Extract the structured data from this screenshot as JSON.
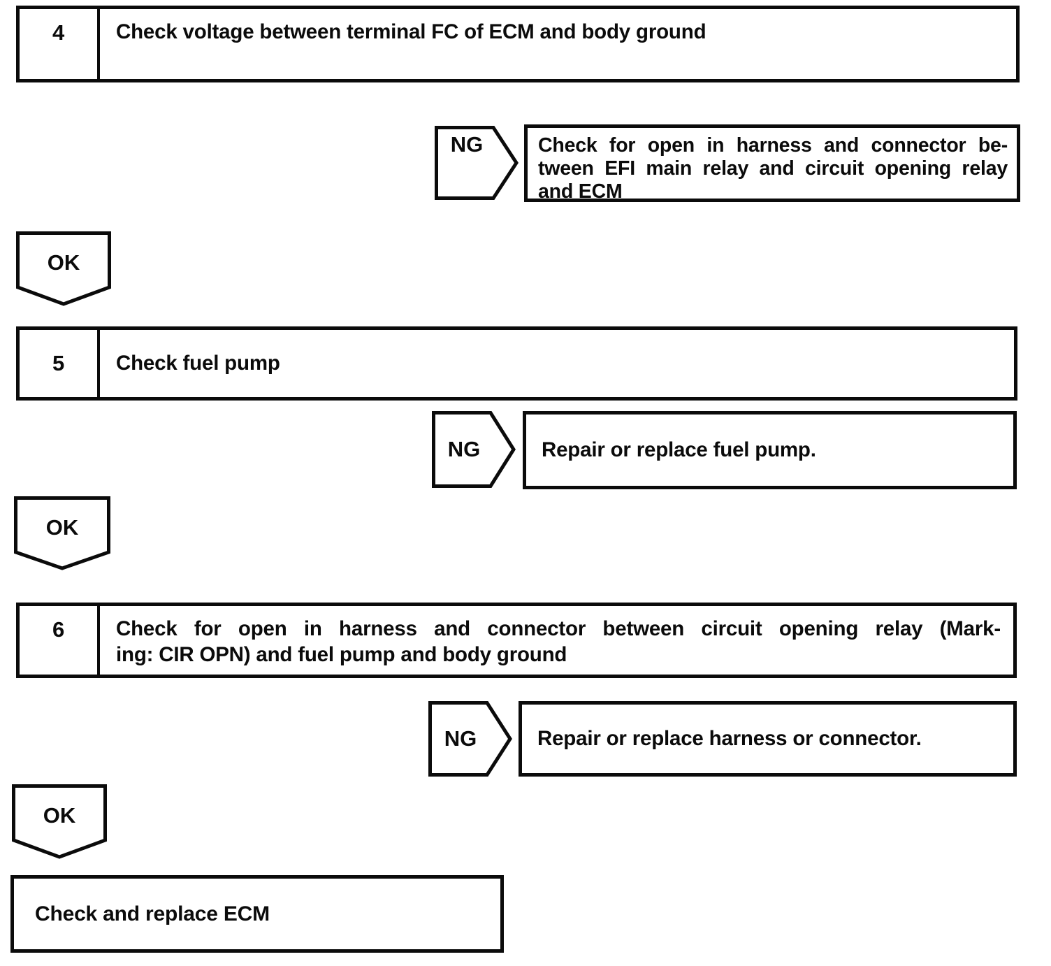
{
  "colors": {
    "ink": "#0b0b0b",
    "paper": "#ffffff"
  },
  "step4": {
    "number": "4",
    "title": "Check voltage between terminal FC of ECM and body ground"
  },
  "ng1": {
    "label": "NG",
    "lines": [
      "Check for open in harness and connector be-",
      "tween EFI main relay and circuit opening relay",
      "and ECM"
    ]
  },
  "ok1": {
    "label": "OK"
  },
  "step5": {
    "number": "5",
    "title": "Check fuel pump"
  },
  "ng2": {
    "label": "NG",
    "result": "Repair or replace fuel pump."
  },
  "ok2": {
    "label": "OK"
  },
  "step6": {
    "number": "6",
    "lines": [
      "Check for open in harness and connector between circuit opening relay (Mark-",
      "ing: CIR OPN) and fuel pump and body ground"
    ]
  },
  "ng3": {
    "label": "NG",
    "result": "Repair or replace harness or connector."
  },
  "ok3": {
    "label": "OK"
  },
  "final": {
    "text": "Check and replace ECM"
  }
}
